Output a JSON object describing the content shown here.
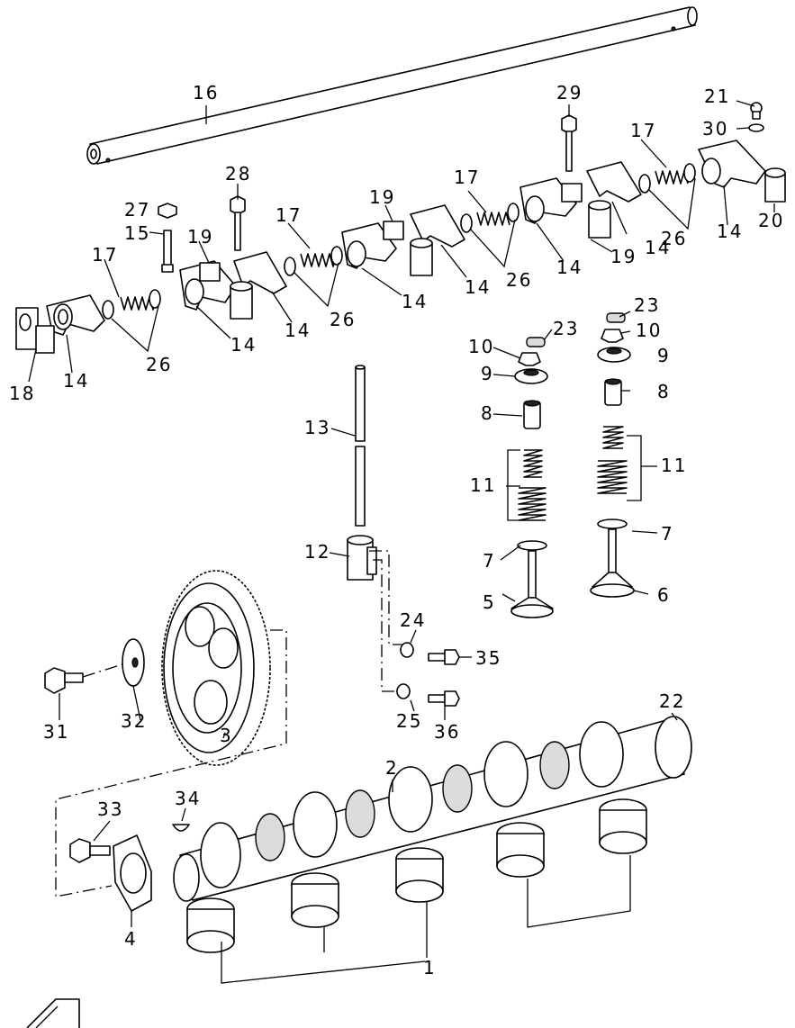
{
  "diagram": {
    "callouts": [
      {
        "id": "c16",
        "text": "16"
      },
      {
        "id": "c29",
        "text": "29"
      },
      {
        "id": "c21",
        "text": "21"
      },
      {
        "id": "c30",
        "text": "30"
      },
      {
        "id": "c17a",
        "text": "17"
      },
      {
        "id": "c28",
        "text": "28"
      },
      {
        "id": "c27",
        "text": "27"
      },
      {
        "id": "c15",
        "text": "15"
      },
      {
        "id": "c19a",
        "text": "19"
      },
      {
        "id": "c17b",
        "text": "17"
      },
      {
        "id": "c19b",
        "text": "19"
      },
      {
        "id": "c17c",
        "text": "17"
      },
      {
        "id": "c17d",
        "text": "17"
      },
      {
        "id": "c26a",
        "text": "26"
      },
      {
        "id": "c14a",
        "text": "14"
      },
      {
        "id": "c20",
        "text": "20"
      },
      {
        "id": "c19c",
        "text": "19"
      },
      {
        "id": "c14b",
        "text": "14"
      },
      {
        "id": "c26b",
        "text": "26"
      },
      {
        "id": "c14c",
        "text": "14"
      },
      {
        "id": "c14d",
        "text": "14"
      },
      {
        "id": "c14e",
        "text": "14"
      },
      {
        "id": "c26c",
        "text": "26"
      },
      {
        "id": "c14f",
        "text": "14"
      },
      {
        "id": "c14g",
        "text": "14"
      },
      {
        "id": "c26d",
        "text": "26"
      },
      {
        "id": "c14h",
        "text": "14"
      },
      {
        "id": "c18",
        "text": "18"
      },
      {
        "id": "c23a",
        "text": "23"
      },
      {
        "id": "c23b",
        "text": "23"
      },
      {
        "id": "c10a",
        "text": "10"
      },
      {
        "id": "c10b",
        "text": "10"
      },
      {
        "id": "c9a",
        "text": "9"
      },
      {
        "id": "c9b",
        "text": "9"
      },
      {
        "id": "c8a",
        "text": "8"
      },
      {
        "id": "c8b",
        "text": "8"
      },
      {
        "id": "c13",
        "text": "13"
      },
      {
        "id": "c11a",
        "text": "11"
      },
      {
        "id": "c11b",
        "text": "11"
      },
      {
        "id": "c12",
        "text": "12"
      },
      {
        "id": "c7a",
        "text": "7"
      },
      {
        "id": "c7b",
        "text": "7"
      },
      {
        "id": "c5",
        "text": "5"
      },
      {
        "id": "c6",
        "text": "6"
      },
      {
        "id": "c24",
        "text": "24"
      },
      {
        "id": "c35",
        "text": "35"
      },
      {
        "id": "c25",
        "text": "25"
      },
      {
        "id": "c36",
        "text": "36"
      },
      {
        "id": "c31",
        "text": "31"
      },
      {
        "id": "c32",
        "text": "32"
      },
      {
        "id": "c3",
        "text": "3"
      },
      {
        "id": "c22",
        "text": "22"
      },
      {
        "id": "c2",
        "text": "2"
      },
      {
        "id": "c33",
        "text": "33"
      },
      {
        "id": "c34",
        "text": "34"
      },
      {
        "id": "c4",
        "text": "4"
      },
      {
        "id": "c1",
        "text": "1"
      }
    ]
  }
}
